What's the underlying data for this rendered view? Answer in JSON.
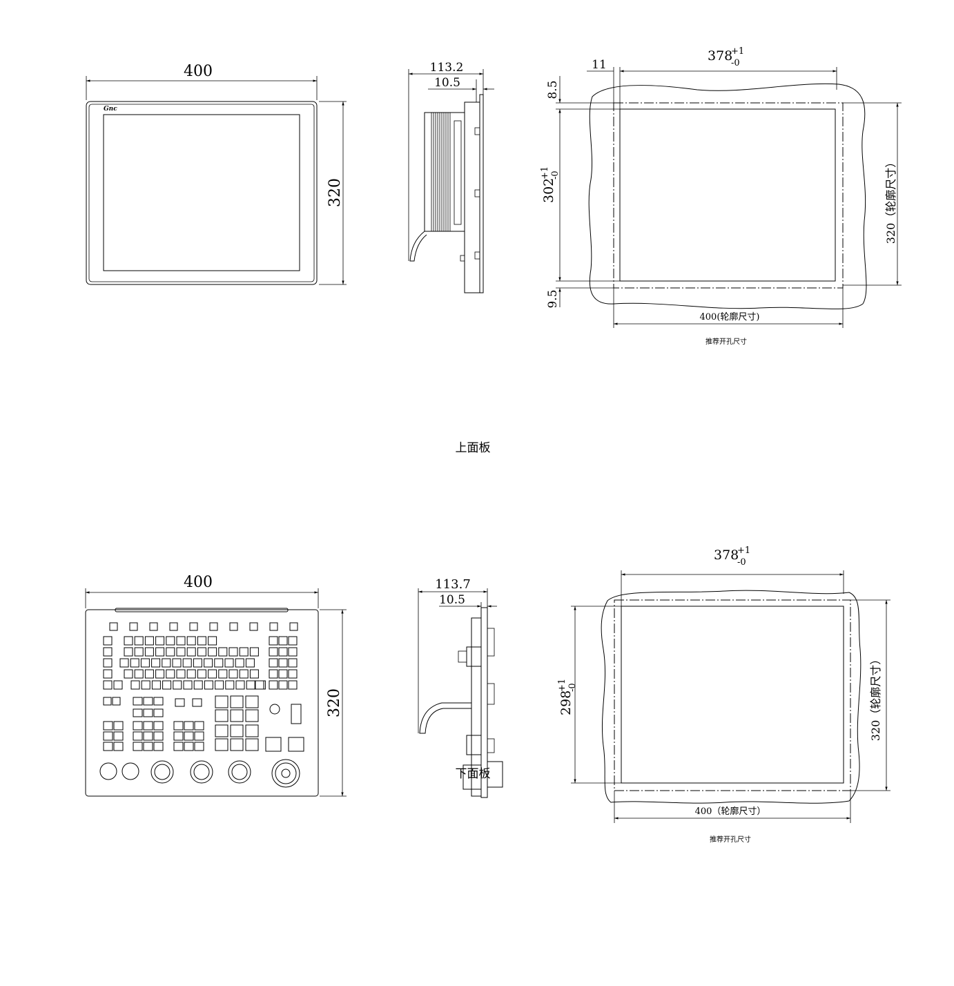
{
  "upper_panel": {
    "caption": "上面板",
    "front_view": {
      "width_label": "400",
      "height_label": "320"
    },
    "side_view": {
      "depth_label": "113.2",
      "bezel_label": "10.5"
    },
    "cutout_view": {
      "width_tolerance_label": {
        "value": "378",
        "upper": "+1",
        "lower": "-0"
      },
      "left_offset_label": "11",
      "top_offset_label": "8.5",
      "height_tolerance_label": {
        "value": "302",
        "upper": "+1",
        "lower": "-0"
      },
      "bottom_offset_label": "9.5",
      "outline_height_label": "320（轮廓尺寸）",
      "outline_width_label": "400(轮廓尺寸)",
      "caption": "推荐开孔尺寸"
    }
  },
  "lower_panel": {
    "caption": "下面板",
    "front_view": {
      "width_label": "400",
      "height_label": "320"
    },
    "side_view": {
      "depth_label": "113.7",
      "bezel_label": "10.5"
    },
    "cutout_view": {
      "width_tolerance_label": {
        "value": "378",
        "upper": "+1",
        "lower": "-0"
      },
      "height_tolerance_label": {
        "value": "298",
        "upper": "+1",
        "lower": "-0"
      },
      "outline_height_label": "320（轮廓尺寸）",
      "outline_width_label": "400（轮廓尺寸）",
      "caption": "推荐开孔尺寸"
    }
  }
}
